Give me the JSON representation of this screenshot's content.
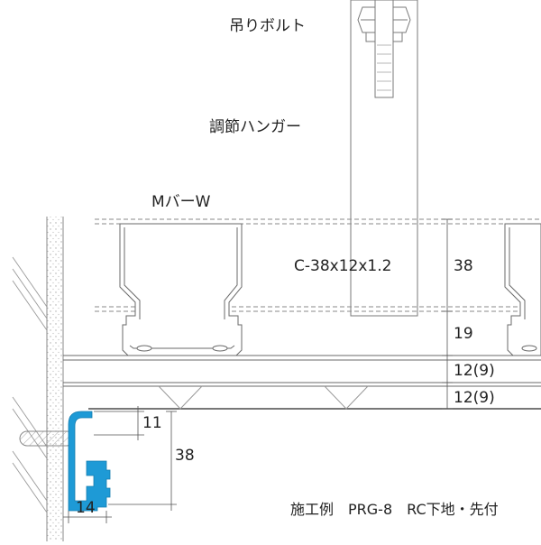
{
  "labels": {
    "bolt": "吊りボルト",
    "hanger": "調節ハンガー",
    "mbar": "MバーW",
    "channel": "C-38x12x1.2"
  },
  "dimensions": {
    "d38_top": "38",
    "d19": "19",
    "d12a": "12(9)",
    "d12b": "12(9)",
    "d11": "11",
    "d38_side": "38",
    "d14": "14"
  },
  "caption": "施工例　PRG-8　RC下地・先付",
  "colors": {
    "line": "#8a8a8a",
    "dark": "#4a4a4a",
    "profile": "#1e9ad6"
  }
}
